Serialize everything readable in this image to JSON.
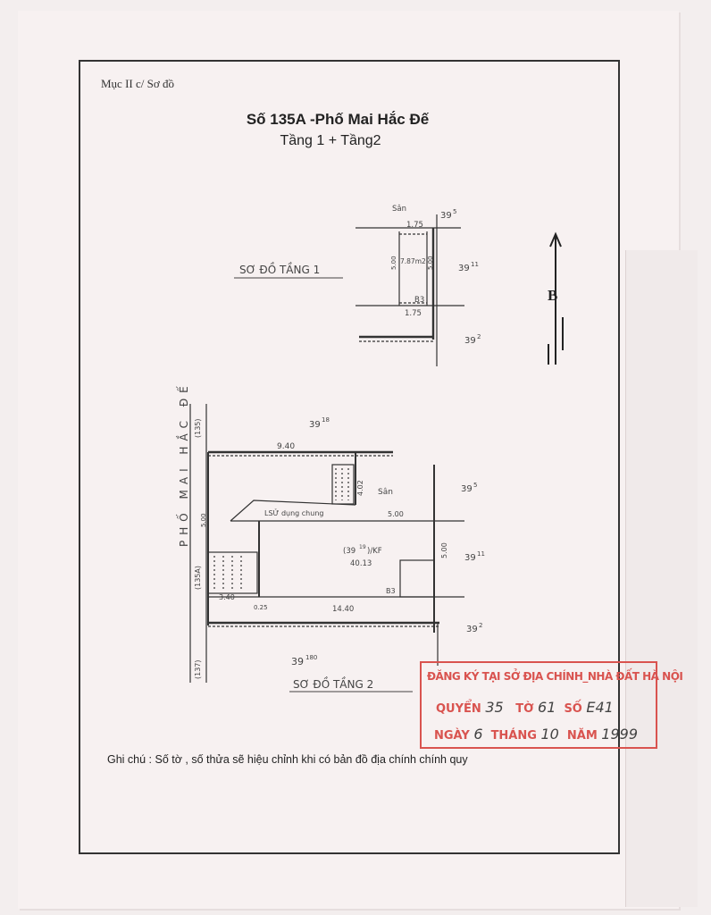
{
  "document": {
    "ref": "Mục II c/ Sơ đồ",
    "title": "Số 135A -Phố Mai Hắc Đế",
    "subtitle": "Tầng 1 + Tầng2",
    "note": "Ghi chú : Số tờ , số thửa sẽ hiệu chỉnh khi có bản đồ địa chính chính quy"
  },
  "floor1": {
    "label": "SƠ ĐỒ TẦNG 1",
    "yard": "Sân",
    "dim_top": "1.75",
    "dim_bottom": "1.75",
    "area": "7.87m2",
    "side_left": "5.00",
    "side_right": "5.00",
    "code": "B3",
    "parcel_top": "39",
    "parcel_top_sub": "5",
    "parcel_mid": "39",
    "parcel_mid_sub": "11",
    "parcel_low": "39",
    "parcel_low_sub": "2"
  },
  "compass": {
    "north": "B"
  },
  "floor2": {
    "label": "SƠ ĐỒ TẦNG 2",
    "street": "PHỐ MAI HẮC ĐẾ",
    "street_no_top": "(135)",
    "street_no_mid": "(135A)",
    "street_no_bottom": "(137)",
    "parcel_top": "39",
    "parcel_top_sub": "18",
    "dim_top": "9.40",
    "yard": "Sân",
    "dim_stair": "4.02",
    "shared": "LSỬ dụng chung",
    "dim_mid": "5.00",
    "parcel_right": "39",
    "parcel_right_sub": "5",
    "center_parcel": "(39",
    "center_parcel_sub": "19",
    "center_parcel_tail": ")/KF",
    "area": "40.13",
    "side": "5.00",
    "parcel_right2": "39",
    "parcel_right2_sub": "11",
    "code": "B3",
    "dim_left": "5.00",
    "dim_small": "3.40",
    "dim_small2": "0.25",
    "dim_bottom": "14.40",
    "parcel_bottom_right": "39",
    "parcel_bottom_right_sub": "2",
    "parcel_bottom": "39",
    "parcel_bottom_sub": "180"
  },
  "stamp": {
    "line1": "ĐĂNG KÝ TẠI SỞ ĐỊA CHÍNH_NHÀ ĐẤT HÀ NỘI",
    "quyen_label": "QUYỂN",
    "quyen": "35",
    "to_label": "TỜ",
    "to": "61",
    "so_label": "SỐ",
    "so": "E41",
    "ngay_label": "NGÀY",
    "ngay": "6",
    "thang_label": "THÁNG",
    "thang": "10",
    "nam_label": "NĂM",
    "nam": "1999"
  }
}
